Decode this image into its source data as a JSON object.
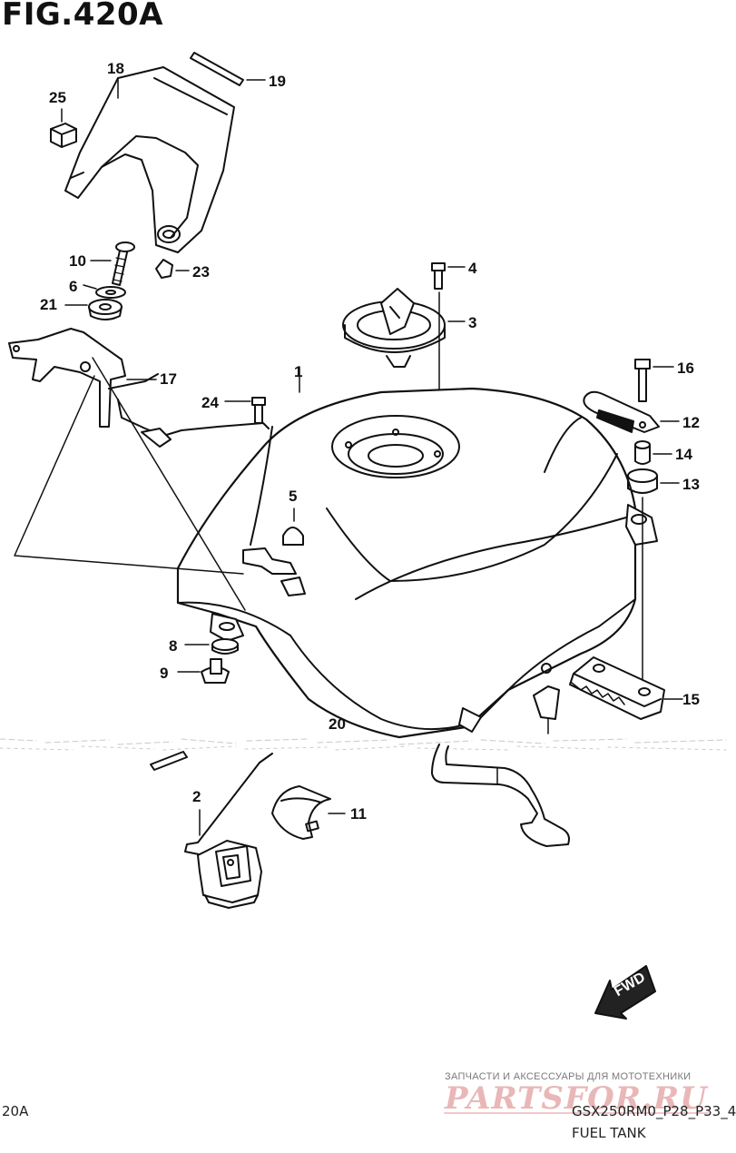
{
  "figure": {
    "title": "FIG.420A"
  },
  "callouts": {
    "c1": "1",
    "c2": "2",
    "c3": "3",
    "c4": "4",
    "c5": "5",
    "c6": "6",
    "c8": "8",
    "c9": "9",
    "c10": "10",
    "c11": "11",
    "c12": "12",
    "c13": "13",
    "c14": "14",
    "c15": "15",
    "c16": "16",
    "c17": "17",
    "c18": "18",
    "c19": "19",
    "c20": "20",
    "c21": "21",
    "c23": "23",
    "c24": "24",
    "c25": "25"
  },
  "direction_badge": {
    "label": "FWD"
  },
  "watermark": {
    "tagline": "ЗАПЧАСТИ И АКСЕССУАРЫ ДЛЯ МОТОТЕХНИКИ",
    "brand": "PARTSFOR.RU"
  },
  "footer": {
    "left_code": "20A",
    "model_code": "GSX250RM0_P28_P33_4",
    "section_name": "FUEL TANK"
  }
}
